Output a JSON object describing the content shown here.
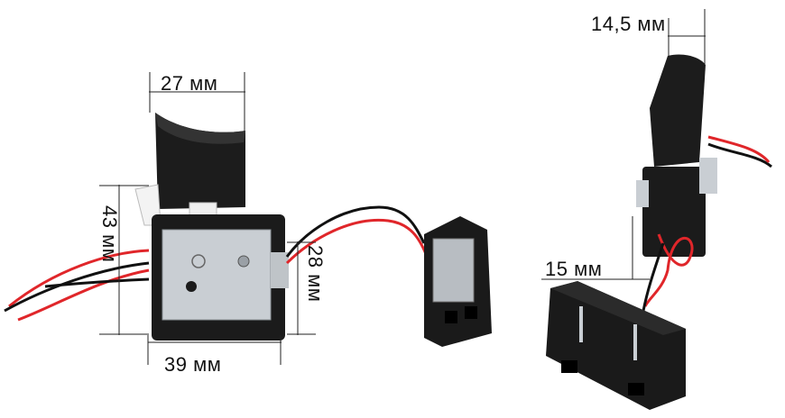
{
  "dimensions": {
    "width_top": "27 мм",
    "height_left": "43 мм",
    "height_right": "28 мм",
    "width_bottom": "39 мм",
    "thickness_top": "14,5 мм",
    "thickness_bottom": "15 мм"
  },
  "colors": {
    "plastic": "#1b1b1b",
    "metal": "#c9ced3",
    "wire_red": "#e0262a",
    "wire_black": "#111111",
    "trigger_guard": "#f2f2f2"
  }
}
